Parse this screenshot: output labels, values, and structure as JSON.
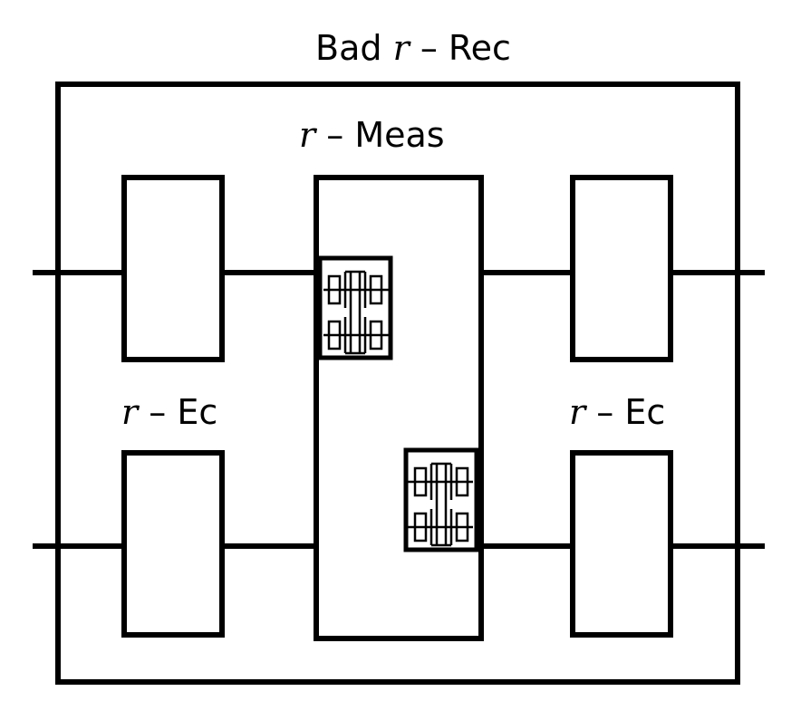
{
  "title": {
    "prefix": "Bad",
    "var": "r",
    "suffix": "– Rec"
  },
  "meas": {
    "var": "r",
    "suffix": "– Meas"
  },
  "ec_left": {
    "var": "r",
    "suffix": "– Ec"
  },
  "ec_right": {
    "var": "r",
    "suffix": "– Ec"
  },
  "icons": [
    "gadget-icon",
    "gadget-icon"
  ],
  "colors": {
    "stroke": "#000000",
    "background": "#ffffff"
  }
}
